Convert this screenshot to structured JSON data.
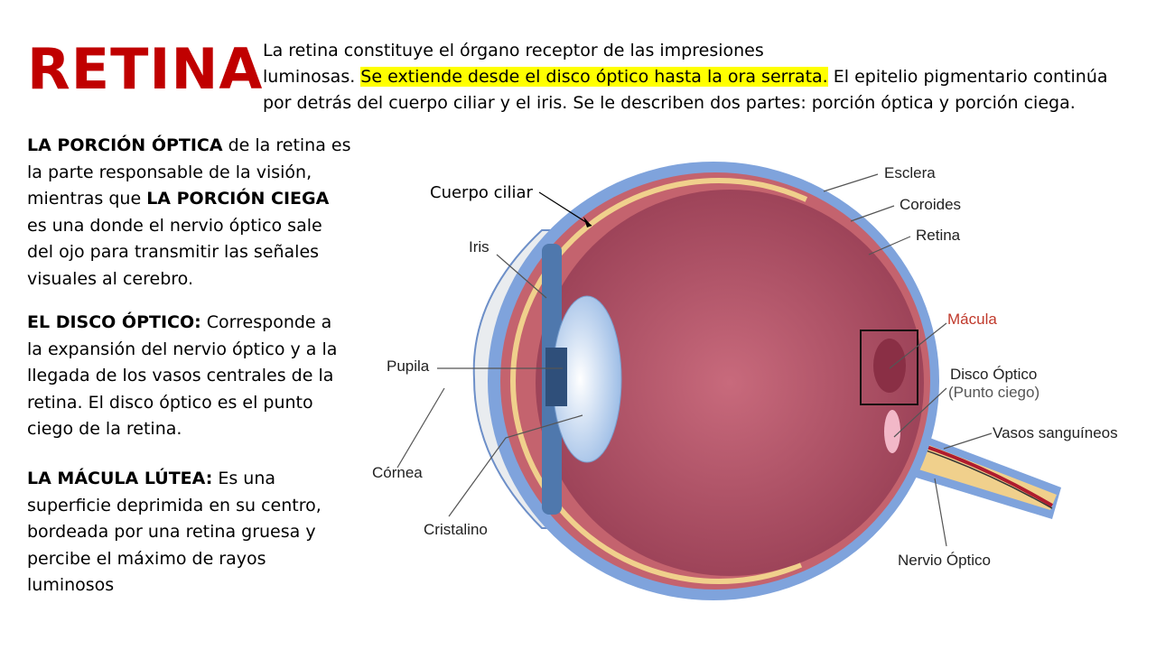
{
  "title": "RETINA",
  "intro": {
    "part1": "La retina constituye el órgano receptor de las impresiones",
    "part2": "luminosas. ",
    "highlight": "Se extiende desde el disco óptico hasta la ora serrata.",
    "part3": " El epitelio pigmentario continúa por detrás del cuerpo ciliar y el iris. Se le describen dos partes: porción óptica y porción ciega."
  },
  "paragraphs": {
    "optica": {
      "b1": "LA PORCIÓN ÓPTICA",
      "t1": " de la retina es la parte responsable de la visión, mientras que ",
      "b2": "LA PORCIÓN CIEGA",
      "t2": " es una donde el nervio óptico sale del ojo para transmitir las señales visuales al cerebro."
    },
    "disco": {
      "b": "EL DISCO ÓPTICO:",
      "t": " Corresponde a la expansión del nervio óptico y a la llegada de los vasos centrales de la retina. El disco óptico es el punto ciego de la retina."
    },
    "macula": {
      "b": "LA MÁCULA LÚTEA:",
      "t": " Es una superficie deprimida en su centro, bordeada por una retina gruesa y percibe el máximo de rayos luminosos"
    }
  },
  "diagram": {
    "labels": {
      "cuerpo_ciliar": "Cuerpo ciliar",
      "esclera": "Esclera",
      "coroides": "Coroides",
      "retina": "Retina",
      "iris": "Iris",
      "macula": "Mácula",
      "pupila": "Pupila",
      "disco": "Disco Óptico",
      "punto_ciego": "(Punto ciego)",
      "vasos": "Vasos sanguíneos",
      "cornea": "Córnea",
      "cristalino": "Cristalino",
      "nervio": "Nervio Óptico"
    },
    "colors": {
      "sclera": "#7fa3dc",
      "choroid": "#c4636e",
      "retina": "#f0d08c",
      "vitreous": "#a84a5e",
      "macula_label": "#c0392b"
    }
  }
}
